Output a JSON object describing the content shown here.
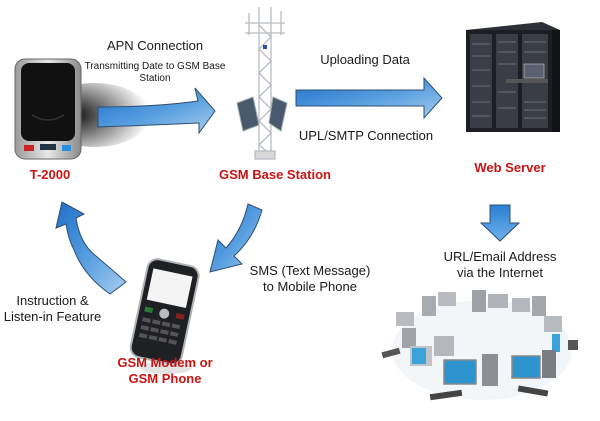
{
  "diagram": {
    "nodes": {
      "device": {
        "label": "T-2000",
        "icon": "gps-tracker-device"
      },
      "base_station": {
        "label": "GSM Base Station",
        "icon": "cell-tower"
      },
      "web_server": {
        "label": "Web Server",
        "icon": "server-rack"
      },
      "phone": {
        "label_line1": "GSM Modem or",
        "label_line2": "GSM Phone",
        "icon": "mobile-phone"
      },
      "clients": {
        "label_line1": "URL/Email Address",
        "label_line2": "via the Internet",
        "icon": "computer-network"
      }
    },
    "edges": {
      "device_to_station": {
        "title": "APN Connection",
        "subtitle_line1": "Transmitting Date to GSM Base",
        "subtitle_line2": "Station"
      },
      "station_to_server": {
        "top": "Uploading Data",
        "bottom": "UPL/SMTP Connection"
      },
      "station_to_phone": {
        "line1": "SMS (Text Message)",
        "line2": "to Mobile Phone"
      },
      "phone_to_device": {
        "line1": "Instruction &",
        "line2": "Listen-in Feature"
      }
    },
    "colors": {
      "label_red": "#c81414",
      "arrow_blue": "#2a7fd4",
      "arrow_blue_light": "#8ec0ea"
    }
  }
}
